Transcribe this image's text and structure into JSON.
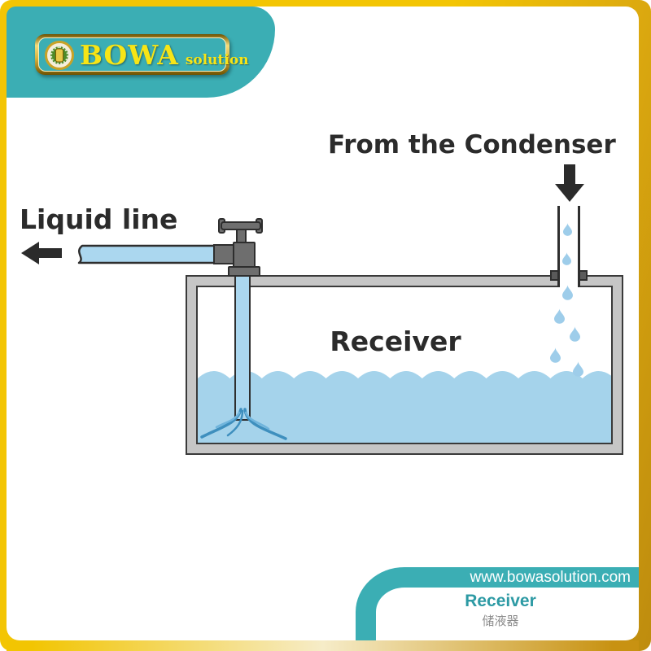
{
  "brand": {
    "name": "BOWA",
    "suffix": "solution"
  },
  "labels": {
    "from_condenser": "From the Condenser",
    "liquid_line": "Liquid line",
    "tank": "Receiver"
  },
  "footer": {
    "website": "www.bowasolution.com",
    "title": "Receiver",
    "subtitle_cn": "储液器"
  },
  "colors": {
    "frame_yellow": "#F2C502",
    "frame_gold": "#BE8C0E",
    "teal": "#3BAEB4",
    "logo_text_yellow": "#F7E516",
    "text_dark": "#2B2B2B",
    "tank_gray": "#C6C6C6",
    "outline_dark": "#2E2E2E",
    "liquid_blue": "#A5D3EB",
    "pipe_blue": "#ABD7EF",
    "drop_blue": "#9ECDEA",
    "swirl_blue": "#3E8FBE",
    "valve_gray": "#6E6E6E",
    "footer_text_teal": "#2D9AA4",
    "footer_subtitle_gray": "#8C8C8C"
  },
  "icons": {
    "emblem": "bowa-emblem-icon",
    "arrow_down": "arrow-down-icon",
    "arrow_left": "arrow-left-icon",
    "valve": "valve-icon",
    "drop": "water-drop-icon",
    "swirl": "suction-swirl-icon"
  }
}
